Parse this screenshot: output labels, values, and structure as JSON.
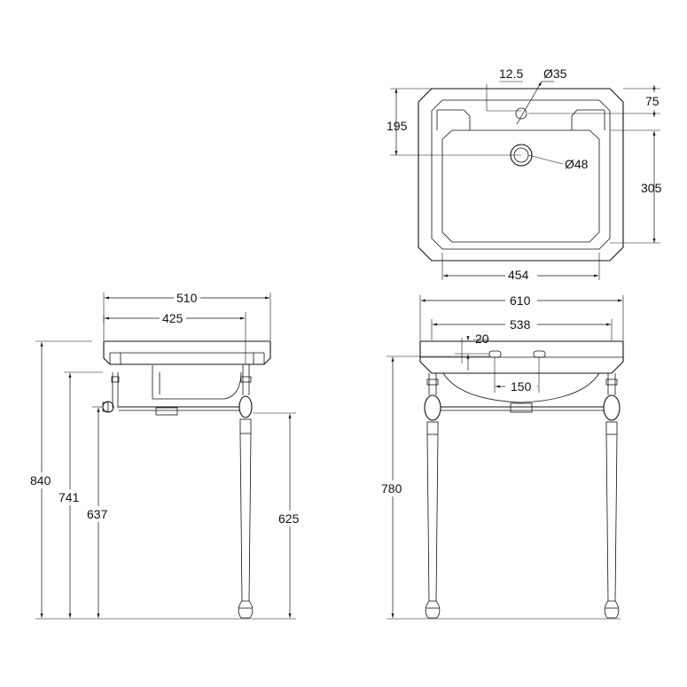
{
  "plan_view": {
    "taps": "12.5",
    "waste_hole": "Ø35",
    "back_edge": "75",
    "depth_to_hole": "195",
    "bowl_hole": "Ø48",
    "bowl_depth": "305",
    "bowl_width": "454"
  },
  "side_view": {
    "overall_depth": "510",
    "bowl_depth": "425",
    "height_top": "840",
    "height_bracket": "741",
    "height_bar": "637",
    "height_leg": "625"
  },
  "front_view": {
    "overall_width": "610",
    "leg_centres": "538",
    "tap_depth": "20",
    "tap_centres": "150",
    "frame_height": "780"
  }
}
